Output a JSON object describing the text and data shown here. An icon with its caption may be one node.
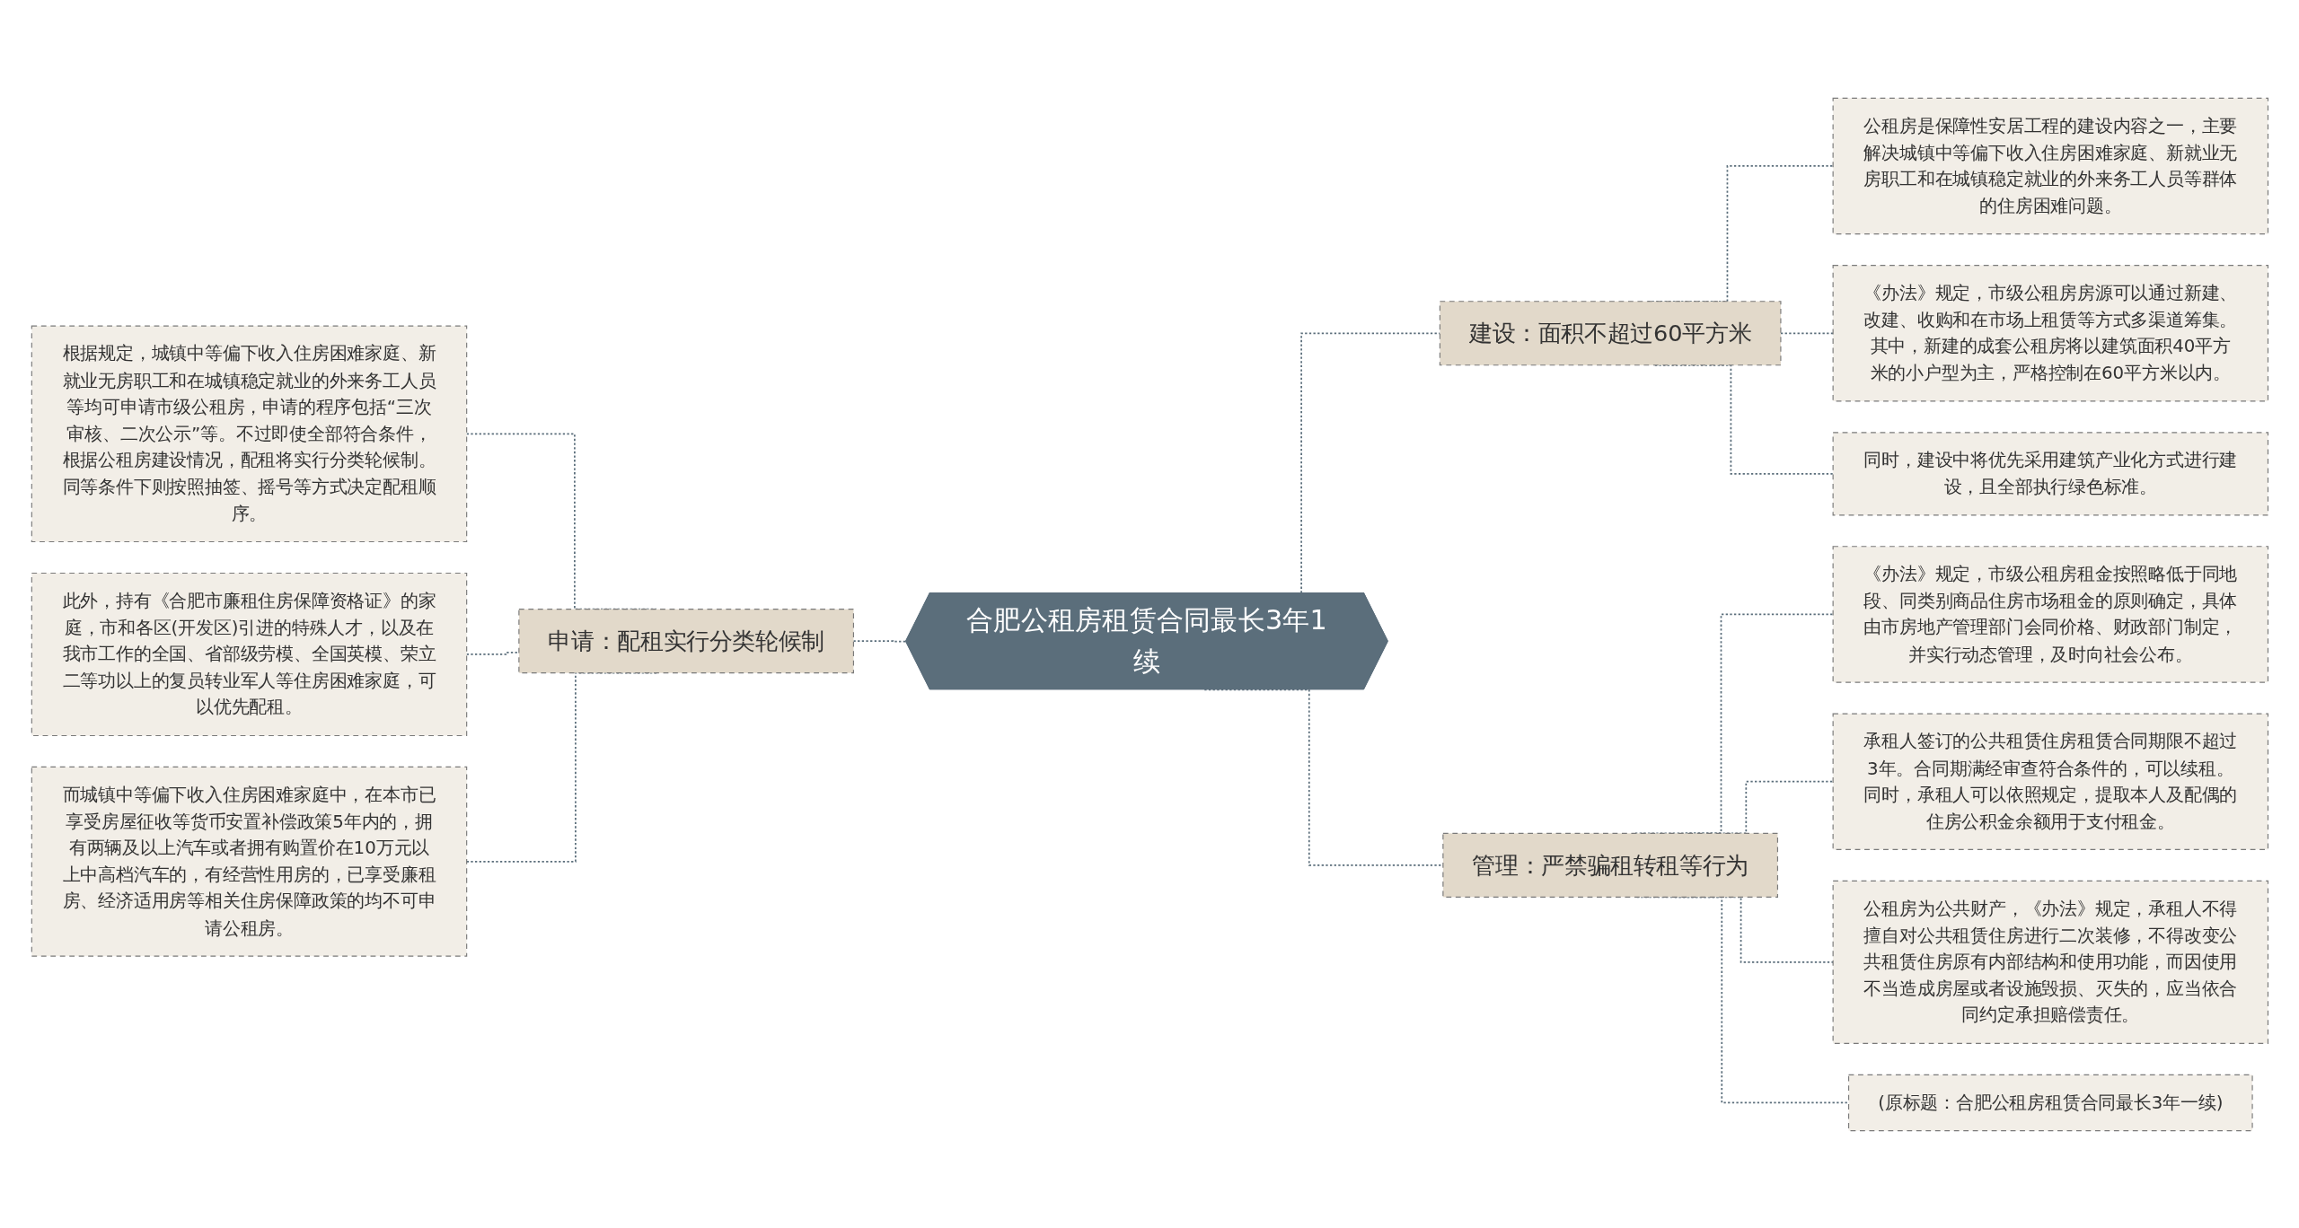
{
  "diagram": {
    "nodes": [
      {
        "text": [
          "合肥公租房租赁合同最长3年1续"
        ]
      },
      {
        "text": [
          "申请：配租实行分类轮候制"
        ]
      },
      {
        "text": [
          "根据规定，城镇中等偏下收入住房困难家庭、新就业无房职工和在城镇稳定就业的外来务工人员等均可申请市级公租房，申请的程序包括“三次审核、二次公示”等。不过即使全部符合条件，根据公租房建设情况，配租将实行分类轮候制。同等条件下则按照抽签、摇号等方式决定配租顺序。"
        ]
      },
      {
        "text": [
          "此外，持有《合肥市廉租住房保障资格证》的家庭，市和各区(开发区)引进的特殊人才，以及在我市工作的全国、省部级劳模、全国英模、荣立二等功以上的复员转业军人等住房困难家庭，可以优先配租。"
        ]
      },
      {
        "text": [
          "而城镇中等偏下收入住房困难家庭中，在本市已享受房屋征收等货币安置补偿政策5年内的，拥有两辆及以上汽车或者拥有购置价在10万元以上中高档汽车的，有经营性用房的，已享受廉租房、经济适用房等相关住房保障政策的均不可申请公租房。"
        ]
      },
      {
        "text": [
          "建设：面积不超过60平方米"
        ]
      },
      {
        "text": [
          "公租房是保障性安居工程的建设内容之一，主要解决城镇中等偏下收入住房困难家庭、新就业无房职工和在城镇稳定就业的外来务工人员等群体的住房困难问题。"
        ]
      },
      {
        "text": [
          "《办法》规定，市级公租房房源可以通过新建、改建、收购和在市场上租赁等方式多渠道筹集。其中，新建的成套公租房将以建筑面积40平方米的小户型为主，严格控制在60平方米以内。"
        ]
      },
      {
        "text": [
          "同时，建设中将优先采用建筑产业化方式进行建设，且全部执行绿色标准。"
        ]
      },
      {
        "text": [
          "管理：严禁骗租转租等行为"
        ]
      },
      {
        "text": [
          "《办法》规定，市级公租房租金按照略低于同地段、同类别商品住房市场租金的原则确定，具体由市房地产管理部门会同价格、财政部门制定，并实行动态管理，及时向社会公布。"
        ]
      },
      {
        "text": [
          "承租人签订的公共租赁住房租赁合同期限不超过3年。合同期满经审查符合条件的，可以续租。同时，承租人可以依照规定，提取本人及配偶的住房公积金余额用于支付租金。"
        ]
      },
      {
        "text": [
          "公租房为公共财产，《办法》规定，承租人不得擅自对公共租赁住房进行二次装修，不得改变公共租赁住房原有内部结构和使用功能，而因使用不当造成房屋或者设施毁损、灭失的，应当依合同约定承担赔偿责任。"
        ]
      },
      {
        "text": [
          "(原标题：合肥公租房租赁合同最长3年一续)"
        ]
      }
    ],
    "edges": [
      {
        "from": 2,
        "to": 1,
        "arrow": "none",
        "style": "dashed"
      },
      {
        "from": 3,
        "to": 1,
        "arrow": "none",
        "style": "dashed"
      },
      {
        "from": 4,
        "to": 1,
        "arrow": "none",
        "style": "dashed"
      },
      {
        "from": 1,
        "to": 0,
        "arrow": "none",
        "style": "dashed"
      },
      {
        "from": 0,
        "to": 5,
        "arrow": "none",
        "style": "dashed"
      },
      {
        "from": 0,
        "to": 9,
        "arrow": "none",
        "style": "dashed"
      },
      {
        "from": 5,
        "to": 6,
        "arrow": "none",
        "style": "dashed"
      },
      {
        "from": 5,
        "to": 7,
        "arrow": "none",
        "style": "dashed"
      },
      {
        "from": 5,
        "to": 8,
        "arrow": "none",
        "style": "dashed"
      },
      {
        "from": 9,
        "to": 10,
        "arrow": "none",
        "style": "dashed"
      },
      {
        "from": 9,
        "to": 11,
        "arrow": "none",
        "style": "dashed"
      },
      {
        "from": 9,
        "to": 12,
        "arrow": "none",
        "style": "dashed"
      },
      {
        "from": 9,
        "to": 13,
        "arrow": "none",
        "style": "dashed"
      }
    ]
  }
}
